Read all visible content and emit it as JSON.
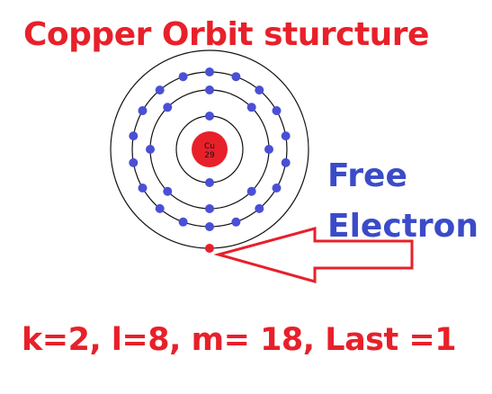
{
  "title": "Copper Orbit sturcture",
  "nucleus": {
    "symbol": "Cu",
    "atomic_number": "29",
    "color": "#e8202a"
  },
  "shells": [
    {
      "name": "k",
      "electrons": 2
    },
    {
      "name": "l",
      "electrons": 8
    },
    {
      "name": "m",
      "electrons": 18
    },
    {
      "name": "last",
      "electrons": 1
    }
  ],
  "free_electron_label": {
    "line1": "Free",
    "line2": "Electron"
  },
  "summary": "k=2, l=8, m= 18, Last =1",
  "colors": {
    "title": "#e8202a",
    "label": "#3b4bc8",
    "electron": "#4a4fd6",
    "free_electron": "#e8202a",
    "arrow": "#e8202a",
    "orbit": "#111111"
  }
}
